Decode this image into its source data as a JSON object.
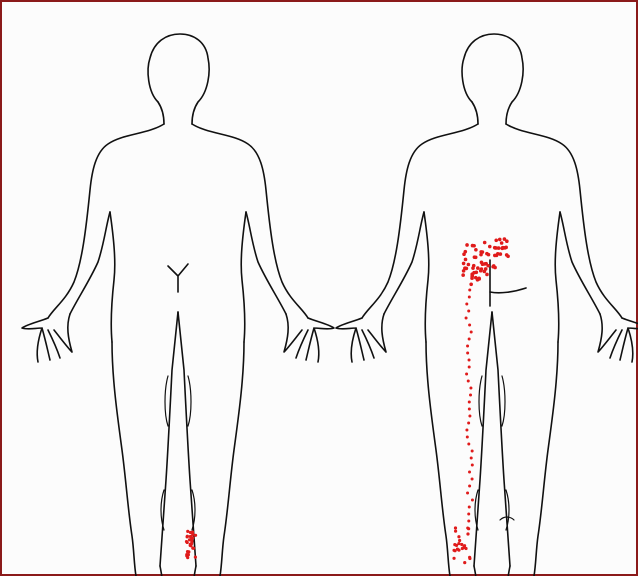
{
  "figure": {
    "views": [
      {
        "id": "front",
        "name": "anterior-body-view"
      },
      {
        "id": "back",
        "name": "posterior-body-view"
      }
    ],
    "colors": {
      "frame": "#8b1a1a",
      "outline": "#111111",
      "pain_marker": "#e01b1b",
      "background": "#fcfcfc"
    }
  }
}
